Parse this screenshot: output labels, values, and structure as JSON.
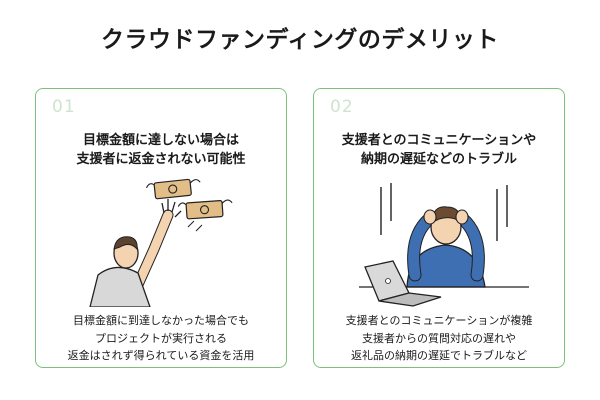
{
  "title": "クラウドファンディングのデメリット",
  "cards": [
    {
      "number": "01",
      "heading": [
        "目標金額に達しない場合は",
        "支援者に返金されない可能性"
      ],
      "description": [
        "目標金額に到達しなかった場合でも",
        "プロジェクトが実行される",
        "返金はされず得られている資金を活用"
      ],
      "illustration": "person-reaching-for-flying-money"
    },
    {
      "number": "02",
      "heading": [
        "支援者とのコミュニケーションや",
        "納期の遅延などのトラブル"
      ],
      "description": [
        "支援者とのコミュニケーションが複雑",
        "支援者からの質問対応の遅れや",
        "返礼品の納期の遅延でトラブルなど"
      ],
      "illustration": "stressed-person-at-laptop"
    }
  ],
  "colors": {
    "border": "#7cc17b",
    "number": "#cfe3cf",
    "money": "#d8b07a",
    "shirt_blue": "#3f6fb3"
  }
}
